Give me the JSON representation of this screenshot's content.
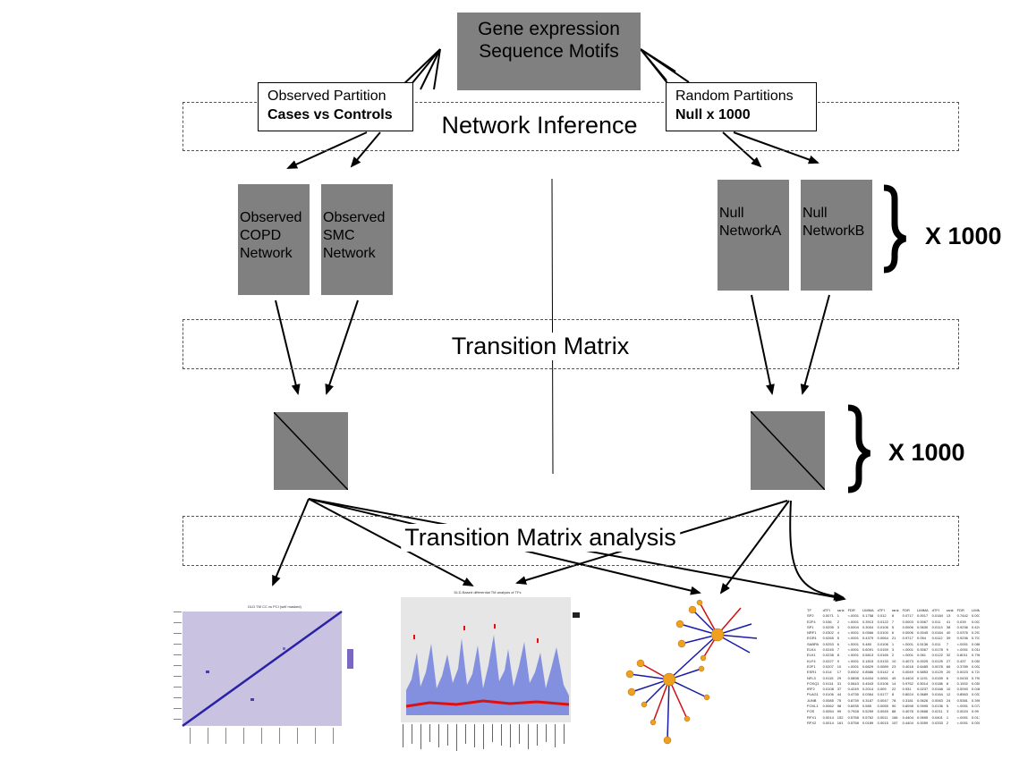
{
  "top_box": {
    "line1": "Gene expression",
    "line2": "Sequence Motifs"
  },
  "observed_callout": {
    "line1": "Observed Partition",
    "line2": "Cases vs Controls"
  },
  "random_callout": {
    "line1": "Random Partitions",
    "line2": "Null x 1000"
  },
  "stages": {
    "network_inference": "Network Inference",
    "transition_matrix": "Transition Matrix",
    "analysis": "Transition Matrix analysis"
  },
  "networks": {
    "copd": {
      "l1": "Observed",
      "l2": "COPD",
      "l3": "Network"
    },
    "smc": {
      "l1": "Observed",
      "l2": "SMC",
      "l3": "Network"
    },
    "null_a": {
      "l1": "Null",
      "l2": "NetworkA"
    },
    "null_b": {
      "l1": "Null",
      "l2": "NetworkB"
    }
  },
  "multipliers": {
    "networks": "X 1000",
    "matrices": "X 1000"
  },
  "thumb_heatmap": {
    "title": "DLD TM CC vs PCI (self masked)"
  },
  "thumb_manhattan": {
    "title": "DLD-Based differential TM analysis of TFs"
  },
  "table": {
    "headers": [
      "TF",
      "dTFI",
      "rank",
      "FDR",
      "LIMMA",
      "dTFI",
      "rank",
      "FDR",
      "LIMMA",
      "dTFI",
      "rank",
      "FDR",
      "LIMMA"
    ],
    "rows": [
      [
        "SP2",
        "0.0071",
        "1",
        "<.0001",
        "0.1758",
        "0.012",
        "8",
        "0.0717",
        "0.0017",
        "0.0184",
        "13",
        "0.7442",
        "0.0073"
      ],
      [
        "E2F4",
        "0.036",
        "2",
        "<.0001",
        "0.3913",
        "0.0122",
        "7",
        "0.0003",
        "0.0067",
        "0.011",
        "41",
        "0.039",
        "0.0076"
      ],
      [
        "SP1",
        "0.0295",
        "3",
        "0.0004",
        "0.3004",
        "0.0106",
        "5",
        "0.0006",
        "0.0630",
        "0.0113",
        "38",
        "0.9236",
        "0.4242"
      ],
      [
        "NRF1",
        "0.0302",
        "4",
        "<.0001",
        "0.0566",
        "0.0100",
        "6",
        "0.0006",
        "0.0045",
        "0.0164",
        "40",
        "0.0376",
        "0.2974"
      ],
      [
        "EGR1",
        "0.0265",
        "5",
        "<.0001",
        "0.4379",
        "0.0064",
        "21",
        "0.9717",
        "0.054",
        "0.0112",
        "39",
        "0.9236",
        "0.7079"
      ],
      [
        "SABPA",
        "0.0253",
        "6",
        "<.0001",
        "0.480",
        "0.0106",
        "1",
        "<.0001",
        "0.5136",
        "0.011",
        "7",
        "<.0001",
        "0.0868"
      ],
      [
        "ELK4",
        "0.0245",
        "7",
        "<.0001",
        "0.6091",
        "0.0159",
        "3",
        "<.0001",
        "0.0067",
        "0.0178",
        "9",
        "<.0001",
        "0.0183"
      ],
      [
        "ELK1",
        "0.0238",
        "8",
        "<.0001",
        "0.5813",
        "0.0165",
        "2",
        "<.0001",
        "0.061",
        "0.0122",
        "32",
        "0.8011",
        "0.7966"
      ],
      [
        "KLF4",
        "0.0227",
        "9",
        "<.0001",
        "0.1815",
        "0.0133",
        "10",
        "0.4073",
        "0.0025",
        "0.0125",
        "27",
        "0.437",
        "0.0505"
      ],
      [
        "E2F1",
        "0.0207",
        "10",
        "<.0001",
        "0.6829",
        "0.0089",
        "23",
        "0.4018",
        "0.6485",
        "0.0078",
        "66",
        "0.3789",
        "0.0022"
      ],
      [
        "ESR1",
        "0.014",
        "17",
        "0.0002",
        "0.8586",
        "0.0142",
        "4",
        "0.0049",
        "0.5853",
        "0.0129",
        "20",
        "0.0023",
        "0.7246"
      ],
      [
        "NFL3",
        "0.0115",
        "29",
        "0.0898",
        "0.6404",
        "0.0061",
        "49",
        "0.4404",
        "0.1191",
        "0.0159",
        "6",
        "0.0433",
        "0.7905"
      ],
      [
        "FOXQ1",
        "0.0114",
        "31",
        "0.0643",
        "0.4543",
        "0.0106",
        "14",
        "0.9752",
        "0.5014",
        "0.0186",
        "8",
        "0.1002",
        "0.0503"
      ],
      [
        "IRF2",
        "0.0108",
        "37",
        "0.4249",
        "0.2014",
        "0.009",
        "22",
        "0.931",
        "0.0237",
        "0.0168",
        "10",
        "0.0093",
        "0.0469"
      ],
      [
        "PLAG1",
        "0.0106",
        "44",
        "0.4735",
        "0.0364",
        "0.0177",
        "8",
        "0.8024",
        "0.0689",
        "0.0164",
        "12",
        "0.8563",
        "0.0371"
      ],
      [
        "JUNB",
        "0.0085",
        "75",
        "0.8739",
        "0.3187",
        "0.0047",
        "78",
        "0.3181",
        "0.0626",
        "0.0063",
        "24",
        "0.5381",
        "0.3966"
      ],
      [
        "FOXL1",
        "0.0062",
        "98",
        "0.6935",
        "0.585",
        "0.0055",
        "90",
        "0.6098",
        "0.0995",
        "0.0136",
        "5",
        "<.0001",
        "0.0728"
      ],
      [
        "FOS",
        "0.0054",
        "99",
        "0.7928",
        "0.5259",
        "0.0045",
        "88",
        "0.4078",
        "0.0668",
        "0.0211",
        "3",
        "0.0024",
        "0.99"
      ],
      [
        "RFX1",
        "0.0014",
        "152",
        "0.5758",
        "0.5762",
        "0.0011",
        "166",
        "0.4404",
        "0.0695",
        "0.0401",
        "1",
        "<.0001",
        "0.0175"
      ],
      [
        "RFX2",
        "0.0014",
        "161",
        "0.5758",
        "0.0189",
        "0.0015",
        "157",
        "0.4404",
        "0.0059",
        "0.0333",
        "2",
        "<.0001",
        "0.0006"
      ]
    ]
  },
  "colors": {
    "box_gray": "#808080",
    "heatmap_bg": "#c9c2e1",
    "heatmap_diag": "#2a22a6",
    "manhattan_blue": "#3148d8",
    "manhattan_red": "#e01010",
    "node_orange": "#f0a020",
    "edge_blue": "#1a1aa8",
    "edge_red": "#d01010"
  }
}
